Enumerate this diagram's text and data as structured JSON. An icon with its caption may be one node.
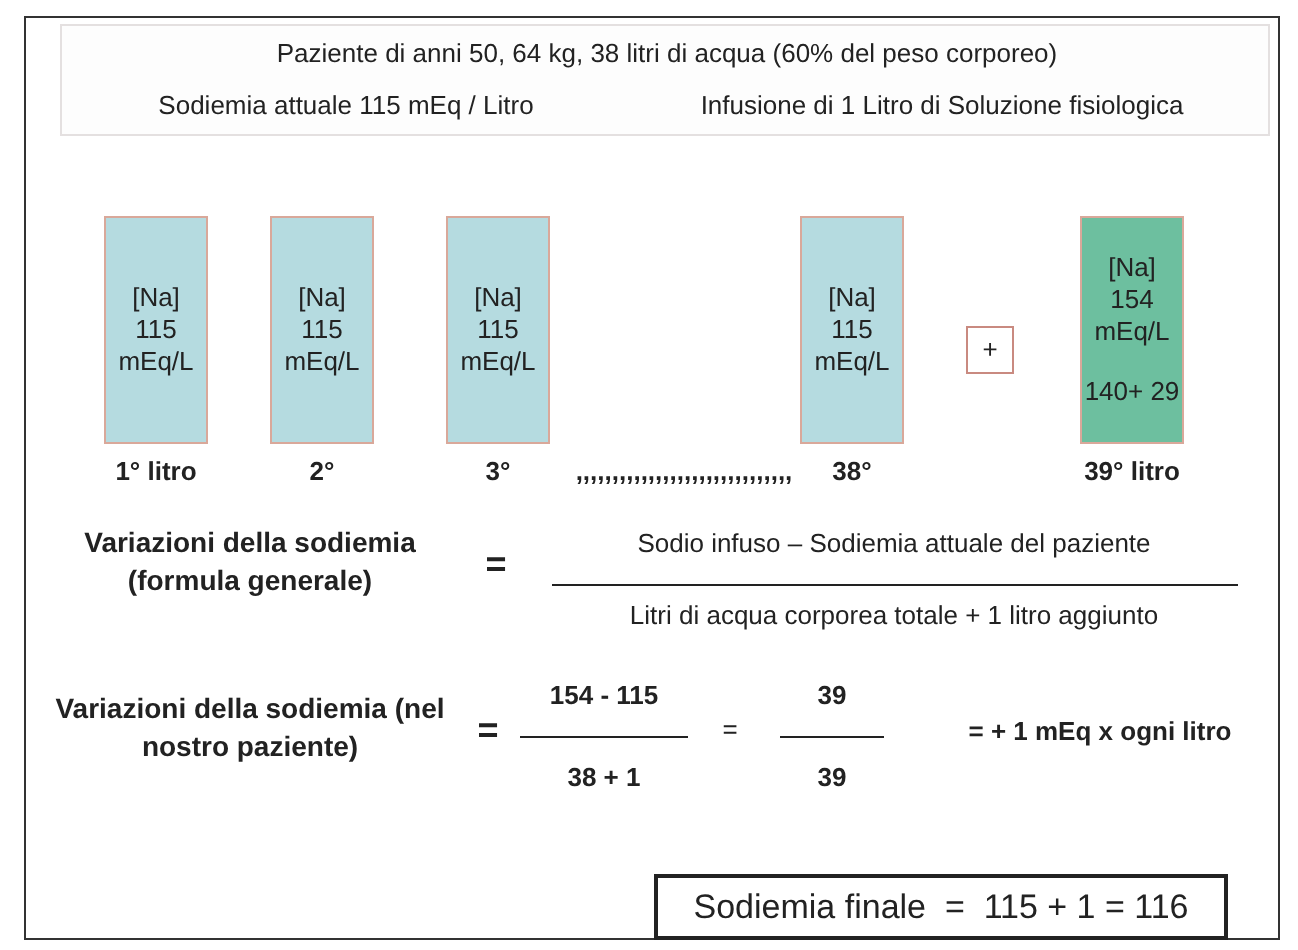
{
  "diagram": {
    "nodes": [
      {
        "text": [
          "Paziente di anni 50,  64 kg,  38 litri di acqua (60% del peso corporeo)",
          "Sodiemia attuale 115 mEq / Litro",
          "Infusione di 1 Litro di Soluzione fisiologica"
        ]
      },
      {
        "text": [
          "[Na] 115 mEq/L"
        ],
        "beside": [
          "1° litro"
        ]
      },
      {
        "text": [
          "[Na] 115 mEq/L"
        ],
        "beside": [
          "2°"
        ]
      },
      {
        "text": [
          "[Na] 115 mEq/L"
        ],
        "beside": [
          "3°"
        ]
      },
      {
        "text": [
          "[Na] 115 mEq/L"
        ],
        "beside": [
          "38°"
        ]
      },
      {
        "text": [
          "+"
        ]
      },
      {
        "text": [
          "[Na] 154 mEq/L",
          "140+ 29"
        ],
        "beside": [
          "39° litro"
        ]
      },
      {
        "text": [
          "Sodiemia finale  =  115 + 1 = 116"
        ]
      }
    ],
    "labels": [
      ",,,,,,,,,,,,,,,,,,,,,,,,,,,,,,",
      "Variazioni della sodiemia (formula generale)",
      "=",
      "Sodio infuso – Sodiemia attuale del  paziente",
      "Litri di acqua corporea totale + 1 litro  aggiunto",
      "Variazioni della sodiemia (nel nostro paziente)",
      "=",
      "154 - 115",
      "38  + 1",
      "=",
      "39",
      "39",
      "= + 1 mEq  x  ogni litro"
    ]
  }
}
